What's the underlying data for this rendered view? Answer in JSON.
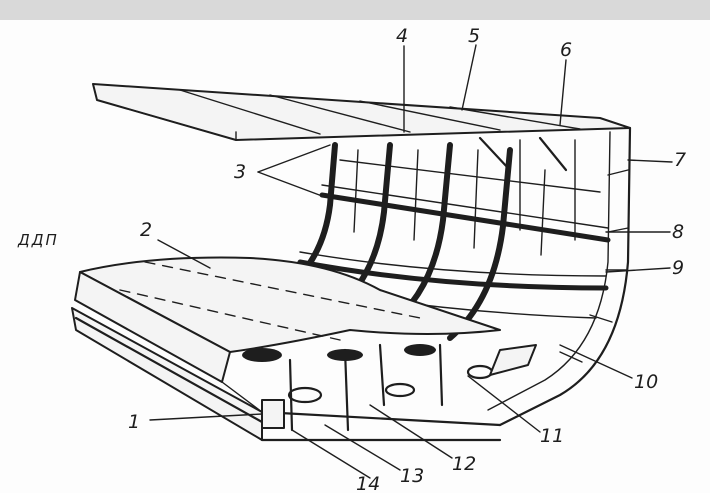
{
  "diagram": {
    "side_text": "ДДП",
    "labels": [
      "1",
      "2",
      "3",
      "4",
      "5",
      "6",
      "7",
      "8",
      "9",
      "10",
      "11",
      "12",
      "13",
      "14"
    ]
  }
}
